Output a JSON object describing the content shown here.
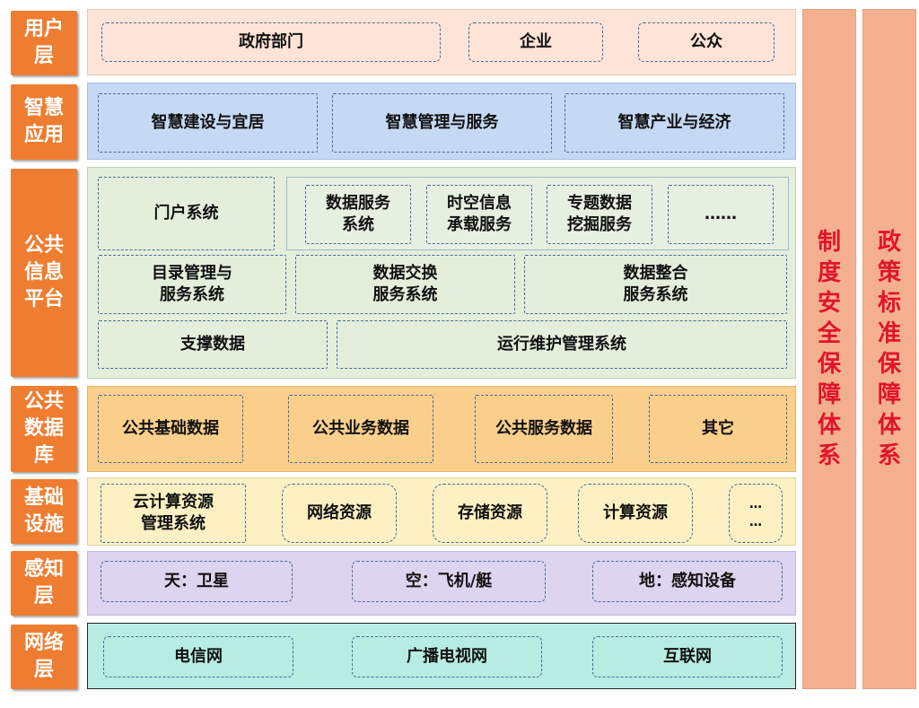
{
  "layers": {
    "user": {
      "label": "用户\n层",
      "boxes": [
        "政府部门",
        "企业",
        "公众"
      ]
    },
    "smart": {
      "label": "智慧\n应用",
      "boxes": [
        "智慧建设与宜居",
        "智慧管理与服务",
        "智慧产业与经济"
      ]
    },
    "platform": {
      "label": "公共\n信息\n平台",
      "portal": "门户系统",
      "services": [
        "数据服务\n系统",
        "时空信息\n承载服务",
        "专题数据\n挖掘服务",
        "……"
      ],
      "row2": [
        "目录管理与\n服务系统",
        "数据交换\n服务系统",
        "数据整合\n服务系统"
      ],
      "row3": [
        "支撑数据",
        "运行维护管理系统"
      ]
    },
    "database": {
      "label": "公共\n数据\n库",
      "boxes": [
        "公共基础数据",
        "公共业务数据",
        "公共服务数据",
        "其它"
      ]
    },
    "infra": {
      "label": "基础\n设施",
      "boxes": [
        "云计算资源\n管理系统",
        "网络资源",
        "存储资源",
        "计算资源",
        "…\n…"
      ]
    },
    "sensing": {
      "label": "感知\n层",
      "boxes": [
        "天：卫星",
        "空：飞机/艇",
        "地：感知设备"
      ]
    },
    "network": {
      "label": "网络\n层",
      "boxes": [
        "电信网",
        "广播电视网",
        "互联网"
      ]
    }
  },
  "side": {
    "security": "制度安全保障体系",
    "policy": "政策标准保障体系"
  }
}
